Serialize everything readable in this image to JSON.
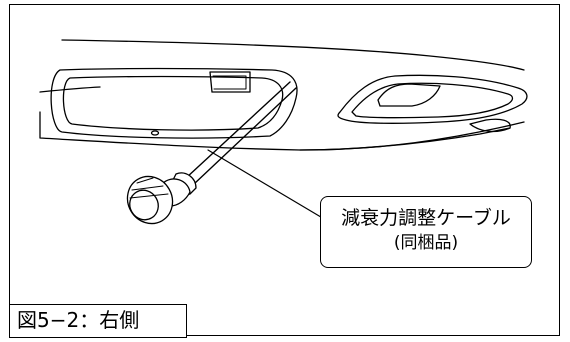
{
  "figure": {
    "callout_line1": "減衰力調整ケーブル",
    "callout_line2": "(同梱品)",
    "caption": "図5−2：右側"
  }
}
